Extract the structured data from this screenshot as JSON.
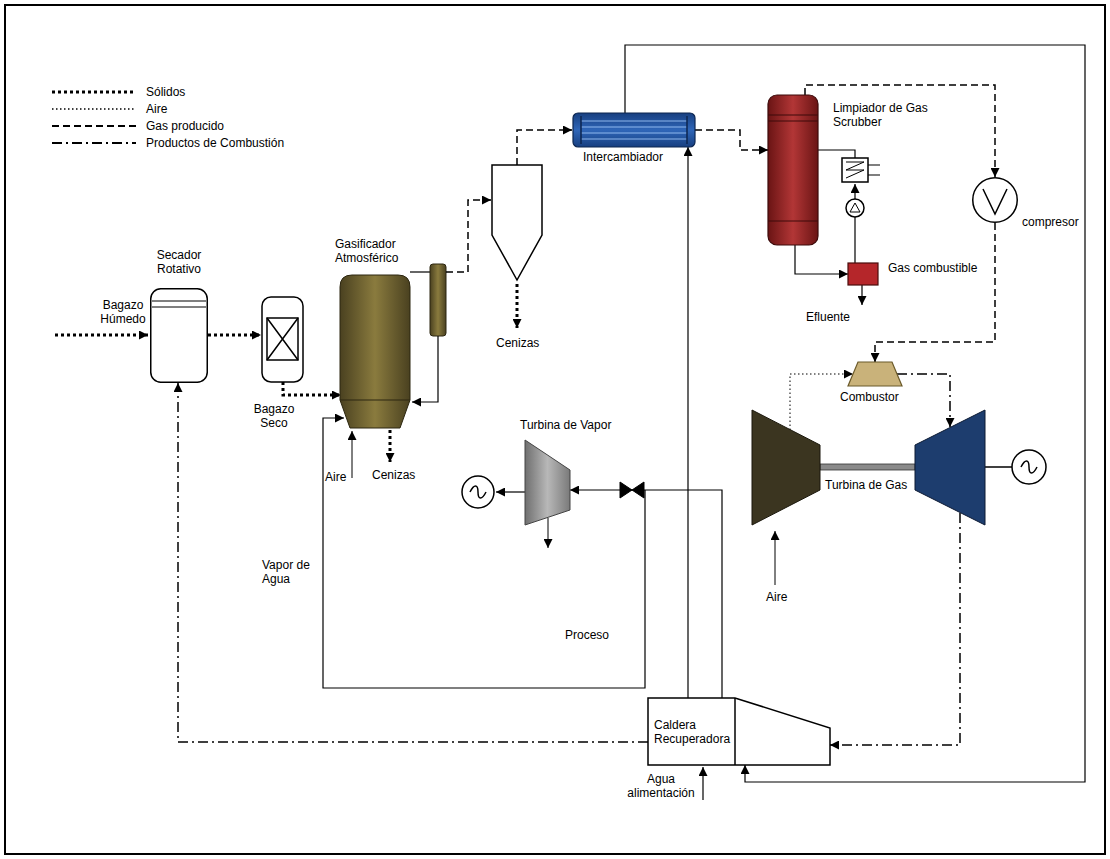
{
  "diagram": {
    "nodes": [
      {
        "text": [
          "Secador Rotativo"
        ]
      },
      {
        "text": [
          "Gasificador Atmosférico"
        ]
      },
      {
        "text": [
          "Intercambiador"
        ]
      },
      {
        "text": [
          "Limpiador de Gas Scrubber"
        ]
      },
      {
        "text": [
          "compresor"
        ]
      },
      {
        "text": [
          "Gas combustible"
        ]
      },
      {
        "text": [
          "Combustor"
        ]
      },
      {
        "text": [
          "Turbina de Gas"
        ]
      },
      {
        "text": [
          "Turbina de Vapor"
        ]
      },
      {
        "text": [
          "Caldera Recuperadora"
        ]
      }
    ],
    "edges": [
      {
        "from": 2,
        "to": 3,
        "arrow": "to"
      },
      {
        "from": 3,
        "to": 4,
        "arrow": "to"
      },
      {
        "from": 3,
        "to": 5,
        "arrow": "to"
      },
      {
        "from": 4,
        "to": 6,
        "arrow": "to"
      },
      {
        "from": 7,
        "to": 6,
        "arrow": "to"
      },
      {
        "from": 6,
        "to": 7,
        "arrow": "to"
      },
      {
        "from": 7,
        "to": 9,
        "arrow": "to"
      },
      {
        "from": 9,
        "to": 0,
        "arrow": "to"
      },
      {
        "from": 9,
        "to": 2,
        "arrow": "to"
      },
      {
        "from": 2,
        "to": 9,
        "arrow": "to"
      },
      {
        "from": 9,
        "to": 8,
        "arrow": "to"
      }
    ],
    "labels": [
      "Bagazo Húmedo",
      "Bagazo Seco",
      "Aire",
      "Cenizas",
      "Cenizas",
      "Vapor de Agua",
      "Efluente",
      "Proceso",
      "Aire",
      "Agua alimentación"
    ],
    "legend": [
      {
        "text": "Sólidos"
      },
      {
        "text": "Aire"
      },
      {
        "text": "Gas producido"
      },
      {
        "text": "Productos de Combustión"
      }
    ]
  }
}
